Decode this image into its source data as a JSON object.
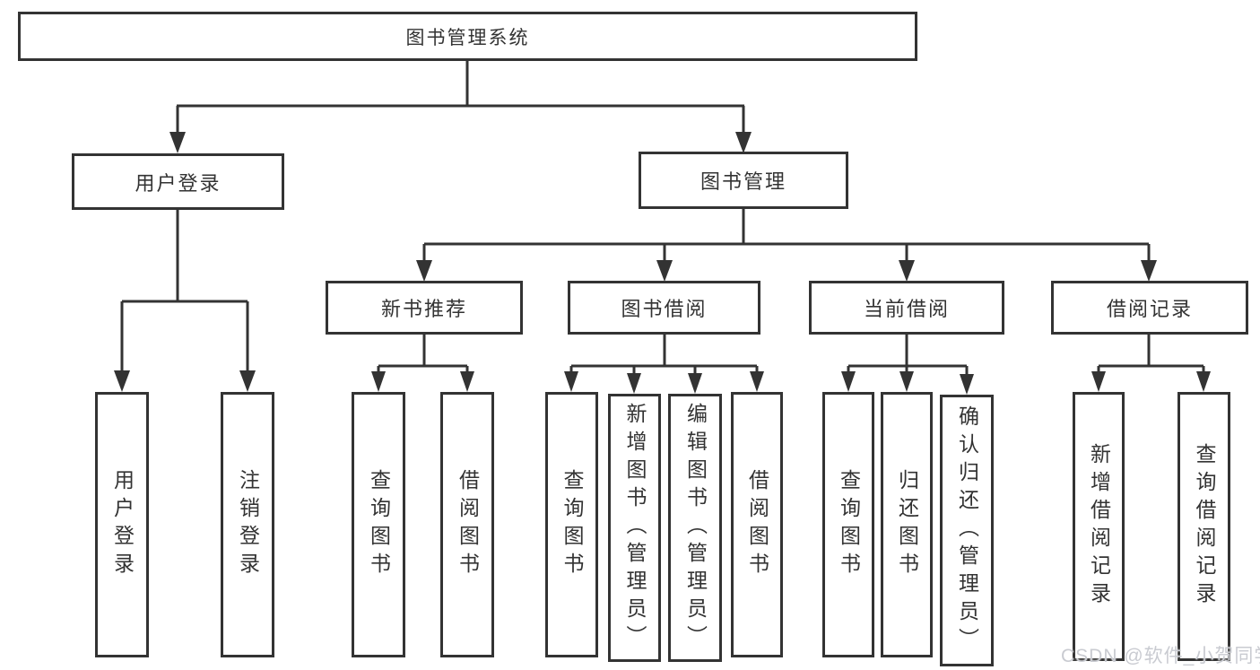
{
  "tree": {
    "root": {
      "label": "图书管理系统"
    },
    "branches": [
      {
        "label": "用户登录",
        "children": [
          "用户登录",
          "注销登录"
        ]
      },
      {
        "label": "图书管理",
        "groups": [
          {
            "label": "新书推荐",
            "children": [
              "查询图书",
              "借阅图书"
            ]
          },
          {
            "label": "图书借阅",
            "children": [
              "查询图书",
              "新增图书（管理员）",
              "编辑图书（管理员）",
              "借阅图书"
            ]
          },
          {
            "label": "当前借阅",
            "children": [
              "查询图书",
              "归还图书",
              "确认归还（管理员）"
            ]
          },
          {
            "label": "借阅记录",
            "children": [
              "新增借阅记录",
              "查询借阅记录"
            ]
          }
        ]
      }
    ]
  },
  "watermark": {
    "text": "CSDN @软件_小贺同学"
  },
  "colors": {
    "line": "#333333",
    "box_border": "#333333",
    "text": "#333333",
    "background": "#ffffff",
    "watermark": "#c9cbd1"
  }
}
